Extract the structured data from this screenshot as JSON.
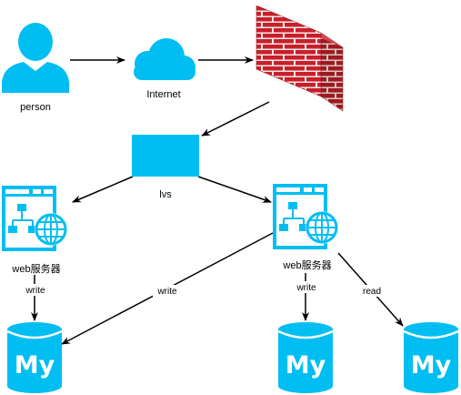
{
  "colors": {
    "accent": "#00BEF2",
    "firewall_red": "#C8202A",
    "firewall_mortar": "#F4E8E8",
    "arrow": "#000000",
    "background": "#FFFFFF"
  },
  "nodes": {
    "person": {
      "label": "person",
      "icon": "person-icon"
    },
    "internet": {
      "label": "Internet",
      "icon": "cloud-icon"
    },
    "firewall": {
      "label": "",
      "icon": "firewall-icon"
    },
    "lvs": {
      "label": "lvs",
      "icon": "load-balancer-box"
    },
    "web_left": {
      "label": "web服务器",
      "icon": "web-server-icon"
    },
    "web_right": {
      "label": "web服务器",
      "icon": "web-server-icon"
    },
    "db_left": {
      "label": "",
      "icon": "mysql-database-icon"
    },
    "db_mid": {
      "label": "",
      "icon": "mysql-database-icon"
    },
    "db_right": {
      "label": "",
      "icon": "mysql-database-icon"
    }
  },
  "edges": [
    {
      "from": "person",
      "to": "internet",
      "label": ""
    },
    {
      "from": "internet",
      "to": "firewall",
      "label": ""
    },
    {
      "from": "firewall",
      "to": "lvs",
      "label": ""
    },
    {
      "from": "lvs",
      "to": "web_left",
      "label": ""
    },
    {
      "from": "lvs",
      "to": "web_right",
      "label": ""
    },
    {
      "from": "web_left",
      "to": "db_left",
      "label": "write"
    },
    {
      "from": "web_right",
      "to": "db_left",
      "label": "write"
    },
    {
      "from": "web_right",
      "to": "db_mid",
      "label": "write"
    },
    {
      "from": "web_right",
      "to": "db_right",
      "label": "read"
    }
  ],
  "db_glyph": "My"
}
